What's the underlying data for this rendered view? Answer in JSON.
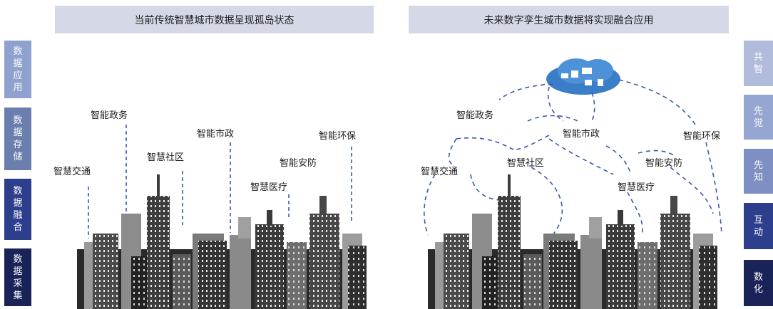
{
  "left_panel": {
    "title": "当前传统智慧城市数据呈现孤岛状态",
    "labels": {
      "zhengwu": "智能政务",
      "jiaotong": "智慧交通",
      "shequ": "智慧社区",
      "shizheng": "智能市政",
      "yiliao": "智慧医疗",
      "anfang": "智能安防",
      "huanbao": "智能环保"
    }
  },
  "right_panel": {
    "title": "未来数字孪生城市数据将实现融合应用",
    "labels": {
      "zhengwu": "智能政务",
      "jiaotong": "智慧交通",
      "shequ": "智慧社区",
      "shizheng": "智能市政",
      "yiliao": "智慧医疗",
      "anfang": "智能安防",
      "huanbao": "智能环保"
    }
  },
  "left_sidebar": [
    {
      "label": "数据应用",
      "color": "#8fa1cf"
    },
    {
      "label": "数据存储",
      "color": "#6a7fae"
    },
    {
      "label": "数据融合",
      "color": "#2d3e8c"
    },
    {
      "label": "数据采集",
      "color": "#1a2358"
    }
  ],
  "right_sidebar": [
    {
      "label": "共智",
      "color": "#b1bcdc"
    },
    {
      "label": "先觉",
      "color": "#96a6d2"
    },
    {
      "label": "先知",
      "color": "#7d8fc3"
    },
    {
      "label": "互动",
      "color": "#2c3e8c"
    },
    {
      "label": "数化",
      "color": "#1a2358"
    }
  ],
  "icons": [
    "cloud-icon",
    "city-skyline-icon"
  ]
}
